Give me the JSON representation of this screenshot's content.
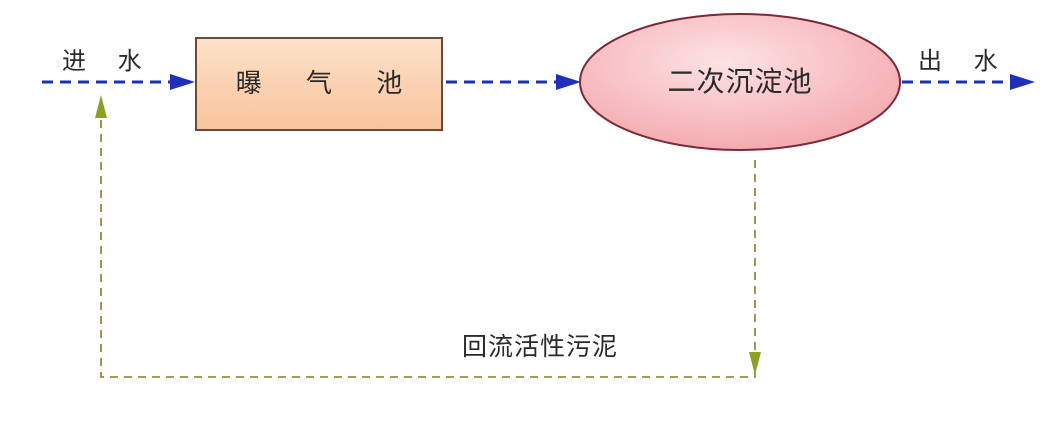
{
  "diagram": {
    "inlet": {
      "label": "进 水"
    },
    "aeration_tank": {
      "label": "曝 气 池"
    },
    "secondary_clarifier": {
      "label": "二次沉淀池"
    },
    "outlet": {
      "label": "出 水"
    },
    "return_flow": {
      "label": "回流活性污泥"
    }
  },
  "colors": {
    "main_flow": "#1f2fb8",
    "return_flow": "#8a7a1e",
    "return_arrow": "#8aa028",
    "aeration_fill": "#fbd0b0",
    "aeration_stroke": "#6a4a3a",
    "clarifier_fill": "#f6b6ba",
    "clarifier_stroke": "#7a2a3a"
  }
}
